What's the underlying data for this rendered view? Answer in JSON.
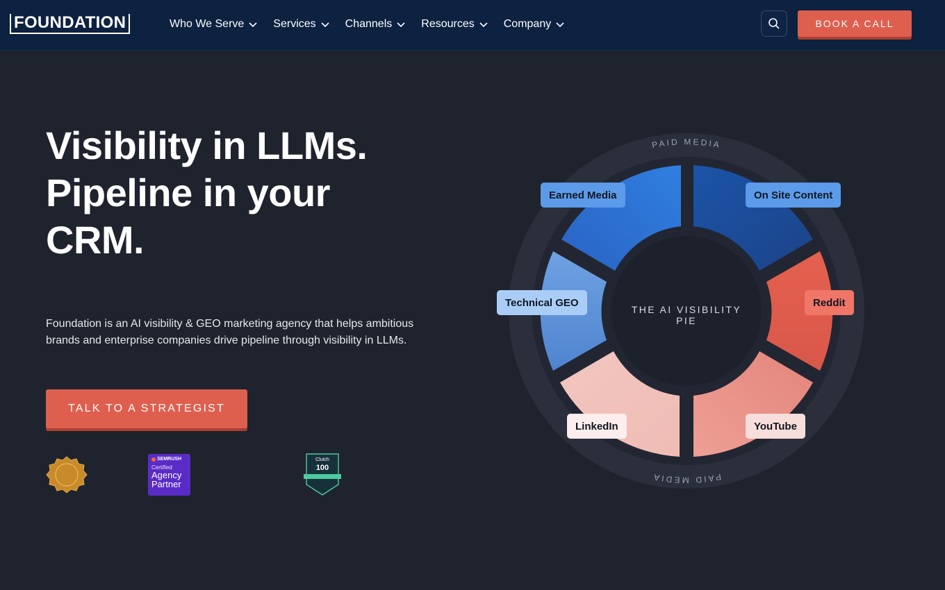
{
  "nav": {
    "logo": "FOUNDATION",
    "items": [
      {
        "label": "Who We Serve"
      },
      {
        "label": "Services"
      },
      {
        "label": "Channels"
      },
      {
        "label": "Resources"
      },
      {
        "label": "Company"
      }
    ],
    "book_label": "BOOK A CALL"
  },
  "hero": {
    "title_lines": [
      "Visibility in LLMs.",
      "Pipeline in your",
      "CRM."
    ],
    "description": "Foundation is an AI visibility & GEO marketing agency that helps ambitious brands and enterprise companies drive pipeline through visibility in LLMs.",
    "cta_label": "TALK TO A STRATEGIST"
  },
  "badges": {
    "semrush_brand": "SEMRUSH",
    "semrush_line1": "Certified",
    "semrush_line2": "Agency",
    "semrush_line3": "Partner",
    "clutch_brand": "Clutch",
    "clutch_number": "100"
  },
  "pie": {
    "top_label": "PAID MEDIA",
    "bottom_label": "PAID MEDIA",
    "center_label": "THE AI VISIBILITY PIE",
    "segments": [
      {
        "label": "Earned Media"
      },
      {
        "label": "On Site Content"
      },
      {
        "label": "Reddit"
      },
      {
        "label": "YouTube"
      },
      {
        "label": "LinkedIn"
      },
      {
        "label": "Technical GEO"
      }
    ]
  },
  "colors": {
    "nav_bg": "#0d2140",
    "page_bg": "#1f232e",
    "accent": "#df5f4f",
    "blue_dark": "#1f4f9c",
    "blue": "#2c6fcf",
    "blue_light": "#6d9fdf",
    "red": "#e06255",
    "pink": "#eba59c",
    "pink_light": "#f3c9c3"
  }
}
